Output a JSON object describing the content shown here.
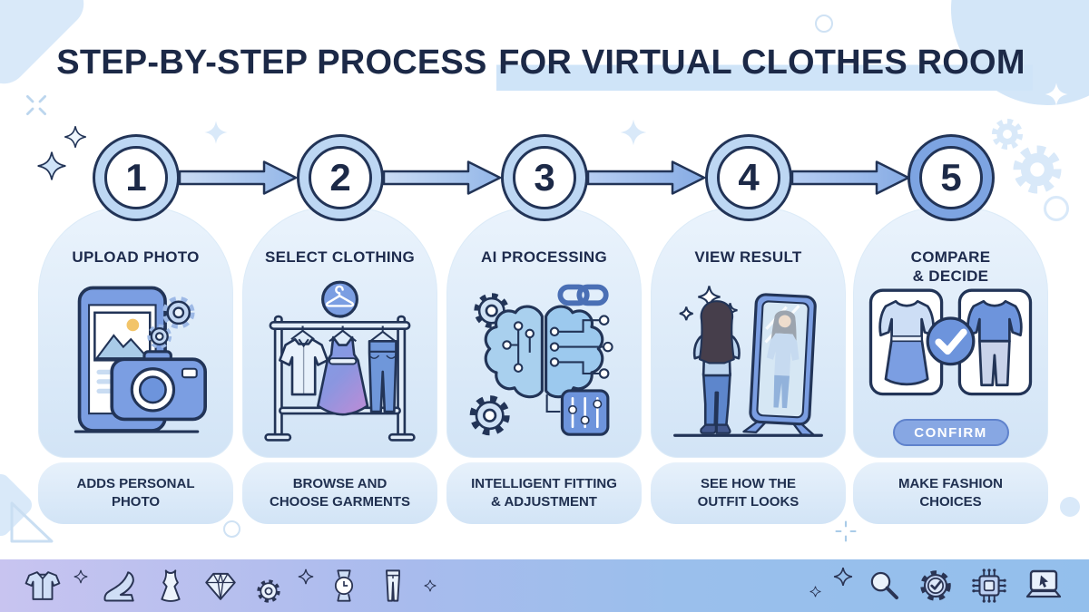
{
  "title": {
    "part1": "STEP-BY-STEP PROCESS ",
    "part2": "FOR VIRTUAL CLOTHES ROOM"
  },
  "steps": [
    {
      "number": "1",
      "title": "UPLOAD PHOTO",
      "description": "ADDS PERSONAL\nPHOTO",
      "icon": "phone-camera-icon"
    },
    {
      "number": "2",
      "title": "SELECT CLOTHING",
      "description": "BROWSE AND\nCHOOSE GARMENTS",
      "icon": "clothing-rack-icon"
    },
    {
      "number": "3",
      "title": "AI PROCESSING",
      "description": "INTELLIGENT FITTING\n& ADJUSTMENT",
      "icon": "ai-brain-icon"
    },
    {
      "number": "4",
      "title": "VIEW RESULT",
      "description": "SEE HOW THE\nOUTFIT LOOKS",
      "icon": "mirror-icon"
    },
    {
      "number": "5",
      "title": "COMPARE\n& DECIDE",
      "description": "MAKE FASHION\nCHOICES",
      "icon": "compare-outfits-icon",
      "button_label": "CONFIRM"
    }
  ],
  "footer": {
    "left_icons": [
      "shirt-icon",
      "sparkle-icon",
      "high-heel-icon",
      "dress-icon",
      "diamond-icon",
      "gear-icon",
      "sparkle-icon",
      "watch-icon",
      "pants-icon",
      "sparkle-icon"
    ],
    "right_icons": [
      "sparkle-icon",
      "sparkle-icon",
      "magnifier-icon",
      "gear-check-icon",
      "chip-icon",
      "laptop-icon"
    ]
  },
  "decor_icons": [
    "sparkle-icon",
    "cross-sparkle-icon",
    "gear-icon",
    "circle-icon",
    "triangle-icon"
  ],
  "colors": {
    "title_text": "#1c2947",
    "title_highlight": "#cfe4f8",
    "outline_navy": "#223457",
    "step_ring": "#bdd7f3",
    "step5_ring": "#7da4e2",
    "arrow_fill_light": "#cadcf4",
    "arrow_fill_dark": "#93b6e8",
    "card_background": "#dcebf9",
    "confirm_background": "#87a7e3",
    "dress_gradient_blue": "#7d9fe6",
    "dress_gradient_purple": "#b38ed8",
    "footer_gradient_left": "#c8c4f0",
    "footer_gradient_right": "#93bfec"
  }
}
